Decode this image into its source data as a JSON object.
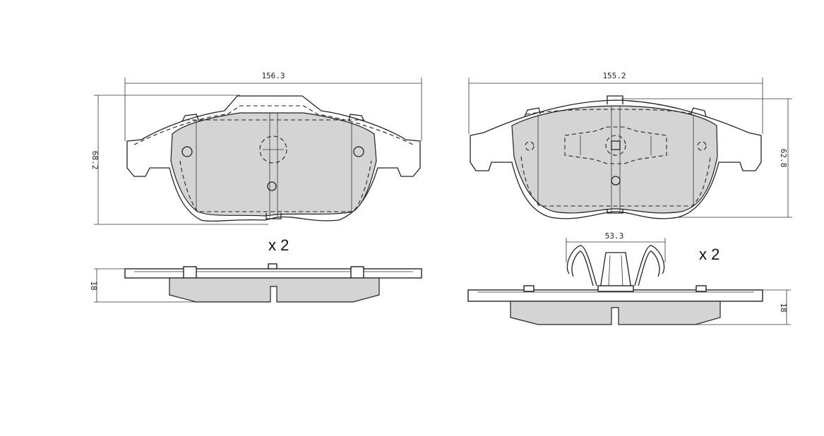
{
  "left_pad": {
    "width_dimension": "156.3",
    "height_dimension": "68.2",
    "thickness_dimension": "18",
    "quantity": "x 2"
  },
  "right_pad": {
    "width_dimension": "155.2",
    "height_dimension": "62.8",
    "thickness_dimension": "18",
    "clip_dimension": "53.3",
    "quantity": "x 2"
  }
}
